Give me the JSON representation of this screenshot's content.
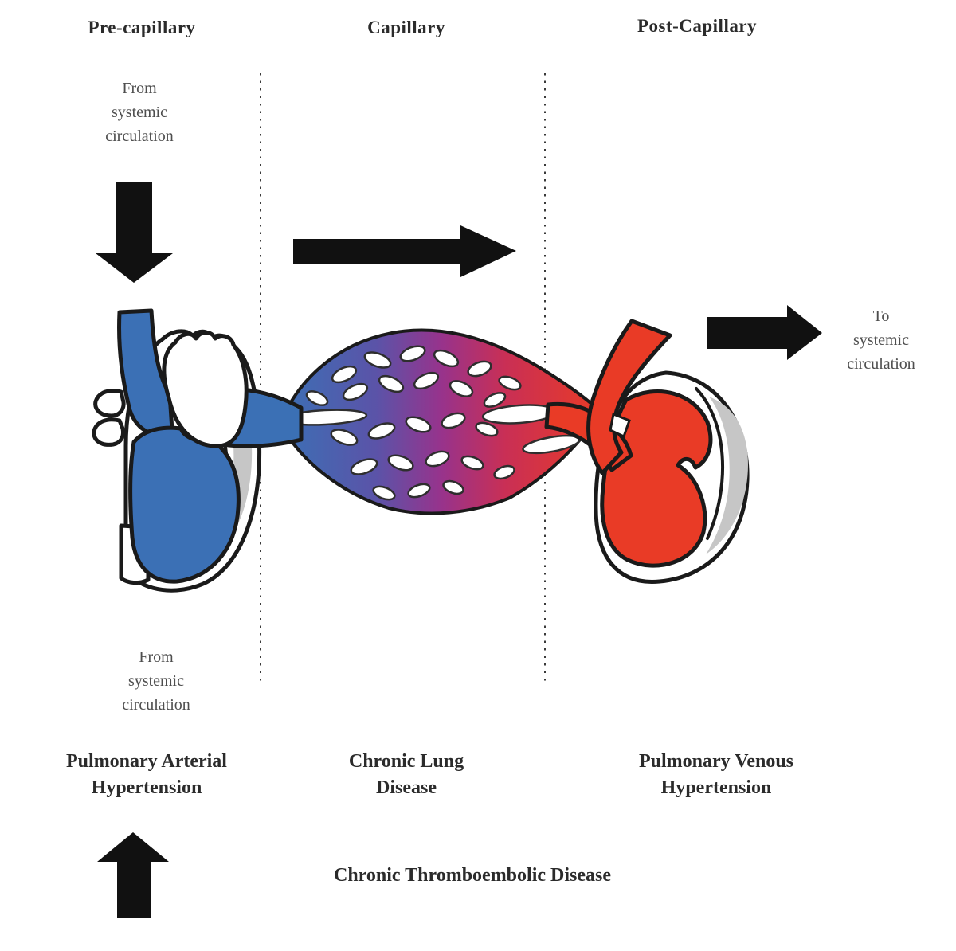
{
  "colors": {
    "blue": "#3b70b5",
    "red": "#e93b26",
    "gray_shell": "#c6c6c6",
    "outline": "#1a1a1a",
    "arrow": "#111111",
    "text_dark": "#2b2b2b",
    "text_gray": "#4e4e4e"
  },
  "headers": {
    "pre": "Pre-capillary",
    "capillary": "Capillary",
    "post": "Post-Capillary"
  },
  "flow_labels": {
    "from_systemic_top": "From\nsystemic\ncirculation",
    "from_systemic_bottom": "From\nsystemic\ncirculation",
    "to_systemic": "To\nsystemic\ncirculation"
  },
  "diagnoses": {
    "pre": "Pulmonary Arterial\nHypertension",
    "capillary": "Chronic Lung\nDisease",
    "post": "Pulmonary Venous\nHypertension",
    "cteph": "Chronic Thromboembolic Disease"
  }
}
